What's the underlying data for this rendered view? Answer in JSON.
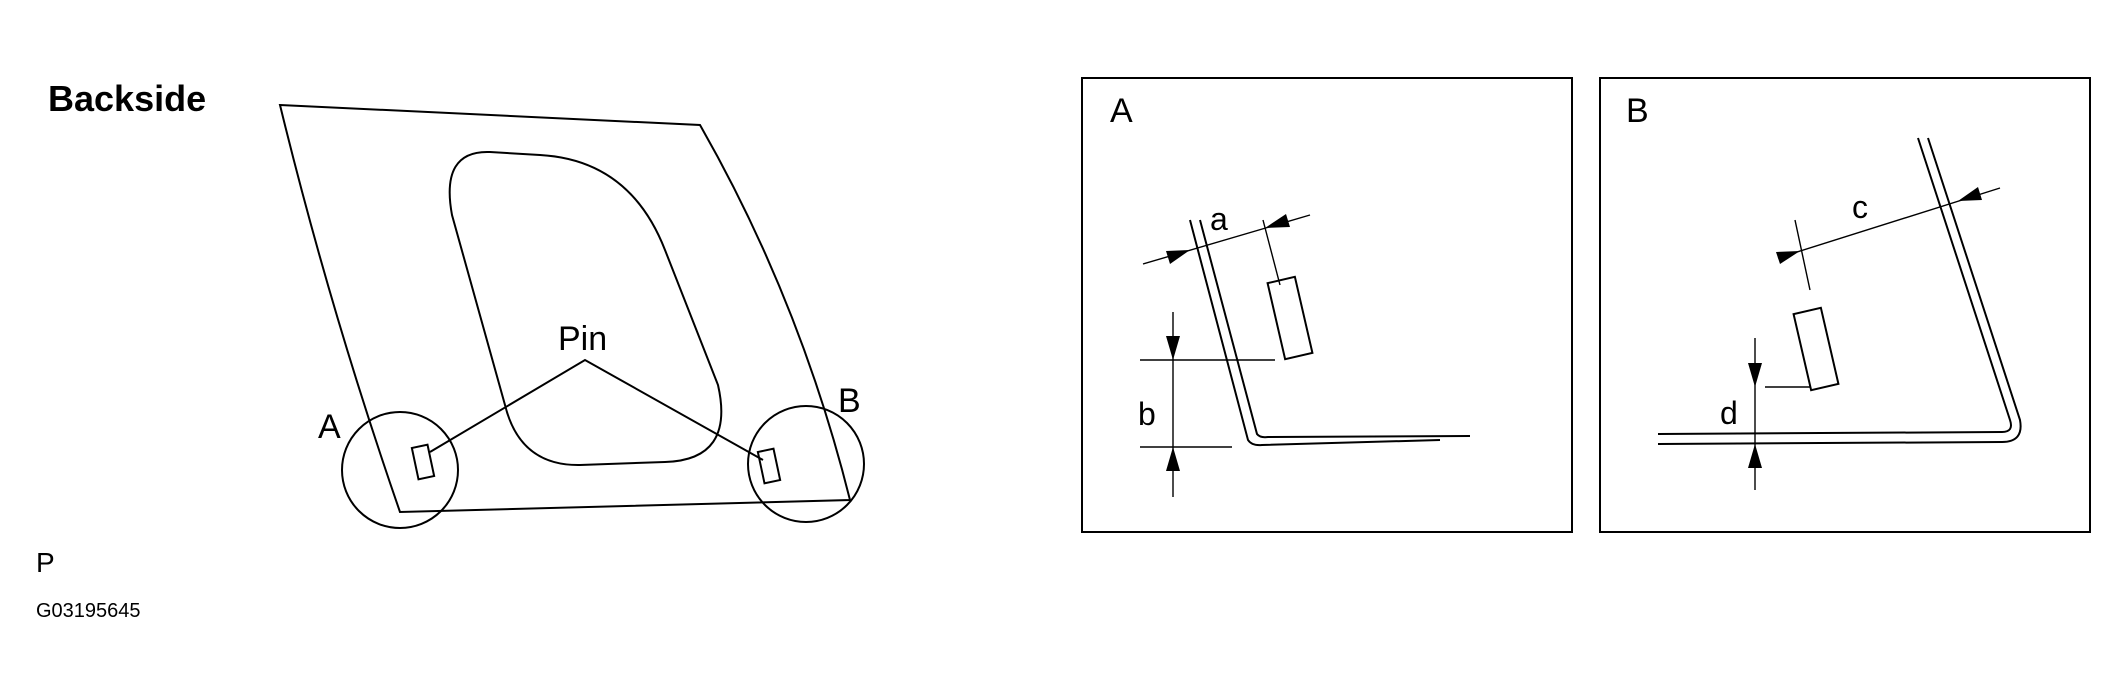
{
  "title": "Backside",
  "labels": {
    "pin": "Pin",
    "circle_a": "A",
    "circle_b": "B",
    "p": "P",
    "figure_code": "G03195645"
  },
  "detail_a": {
    "title": "A",
    "dim_a": "a",
    "dim_b": "b"
  },
  "detail_b": {
    "title": "B",
    "dim_c": "c",
    "dim_d": "d"
  }
}
